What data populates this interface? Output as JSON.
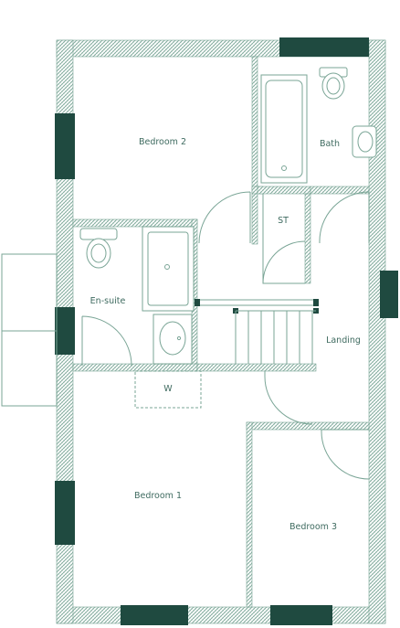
{
  "rooms": {
    "bedroom2": "Bedroom 2",
    "bath": "Bath",
    "store": "ST",
    "ensuite": "En-suite",
    "landing": "Landing",
    "wardrobe": "W",
    "bedroom1": "Bedroom 1",
    "bedroom3": "Bedroom 3"
  },
  "colors": {
    "wall_line": "#7aa596",
    "window_fill": "#1f4a40",
    "label_text": "#3f6b60",
    "background": "#ffffff"
  },
  "icons": [
    "wall-hatch-pattern",
    "door-swing-arc",
    "window-block",
    "toilet-icon",
    "bathtub-icon",
    "washbasin-icon",
    "shower-tray-icon",
    "staircase-icon"
  ]
}
